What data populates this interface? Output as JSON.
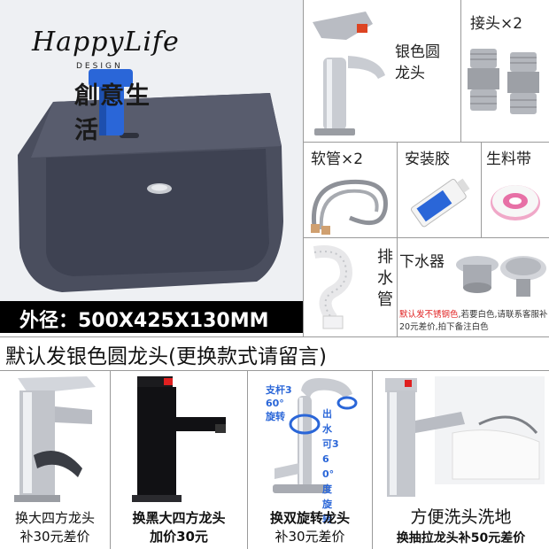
{
  "brand": {
    "logo_text": "HappyLife",
    "logo_sub": "DESIGN",
    "logo_cn": "創意生活"
  },
  "main_product": {
    "dimensions_label": "外径：500X425X130MM"
  },
  "parts": [
    {
      "label": "银色圆龙头",
      "icon": "faucet-icon"
    },
    {
      "label": "接头×2",
      "icon": "connector-icon"
    },
    {
      "label": "软管×2",
      "icon": "hose-icon"
    },
    {
      "label": "安装胶",
      "icon": "glue-tube-icon"
    },
    {
      "label": "生料带",
      "icon": "ptfe-tape-icon"
    },
    {
      "label": "排水管",
      "icon": "drain-pipe-icon"
    },
    {
      "label": "下水器",
      "icon": "drain-plug-icon"
    }
  ],
  "drain_note": {
    "red": "默认发不锈钢色",
    "rest": ",若要白色,请联系客服补20元差价,拍下备注白色"
  },
  "default_note": "默认发银色圆龙头(更换款式请留言)",
  "rotation_labels": {
    "left": "支杆360°旋转",
    "right": "出水可360°度旋转"
  },
  "options": [
    {
      "line1": "换大四方龙头",
      "line2": "补30元差价",
      "icon": "square-faucet-icon"
    },
    {
      "line1": "换黑大四方龙头",
      "line2": "加价30元",
      "icon": "black-faucet-icon"
    },
    {
      "line1": "换双旋转龙头",
      "line2": "补30元差价",
      "icon": "rotating-faucet-icon"
    },
    {
      "line1": "方便洗头洗地",
      "line2": "换抽拉龙头补50元差价",
      "icon": "pullout-faucet-icon"
    }
  ],
  "colors": {
    "basin": "#4a4e5e",
    "chrome": "#c9ccd2",
    "accent_blue": "#2a66d8",
    "red": "#e02020",
    "black_bar": "#000000"
  }
}
